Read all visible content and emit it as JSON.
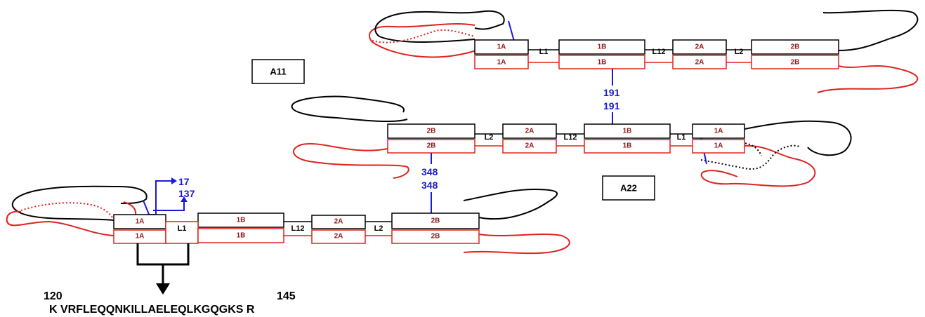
{
  "colors": {
    "chain_a": "#000000",
    "chain_b": "#e0221e",
    "segment_text": "#8b1a1a",
    "crosslink": "#1a1ad6"
  },
  "dimers": [
    {
      "id": "top",
      "rows": [
        {
          "chain": "a",
          "segments": [
            "1A",
            "1B",
            "2A",
            "2B"
          ],
          "linkers": [
            "L1",
            "L12",
            "L2"
          ]
        },
        {
          "chain": "b",
          "segments": [
            "1A",
            "1B",
            "2A",
            "2B"
          ],
          "linkers": []
        }
      ]
    },
    {
      "id": "middle",
      "rows": [
        {
          "chain": "a",
          "segments": [
            "2B",
            "2A",
            "1B",
            "1A"
          ],
          "linkers": [
            "L2",
            "L12",
            "L1"
          ]
        },
        {
          "chain": "b",
          "segments": [
            "2B",
            "2A",
            "1B",
            "1A"
          ],
          "linkers": []
        }
      ]
    },
    {
      "id": "bottom",
      "rows": [
        {
          "chain": "a",
          "segments": [
            "1A",
            "1B",
            "2A",
            "2B"
          ],
          "linkers": []
        },
        {
          "chain": "b",
          "segments": [
            "1A",
            "L1",
            "1B",
            "2A",
            "2B"
          ],
          "linkers": [
            "L12",
            "L2"
          ]
        }
      ]
    }
  ],
  "labels": {
    "a11": "A11",
    "a22": "A22"
  },
  "crosslinks": {
    "top_middle": [
      "191",
      "191"
    ],
    "middle_bottom": [
      "348",
      "348"
    ],
    "bottom_head": [
      "17",
      "137"
    ]
  },
  "sequence": {
    "start": "120",
    "end": "145",
    "text": "K VRFLEQQNKILLAELEQLKGQGKS R"
  }
}
